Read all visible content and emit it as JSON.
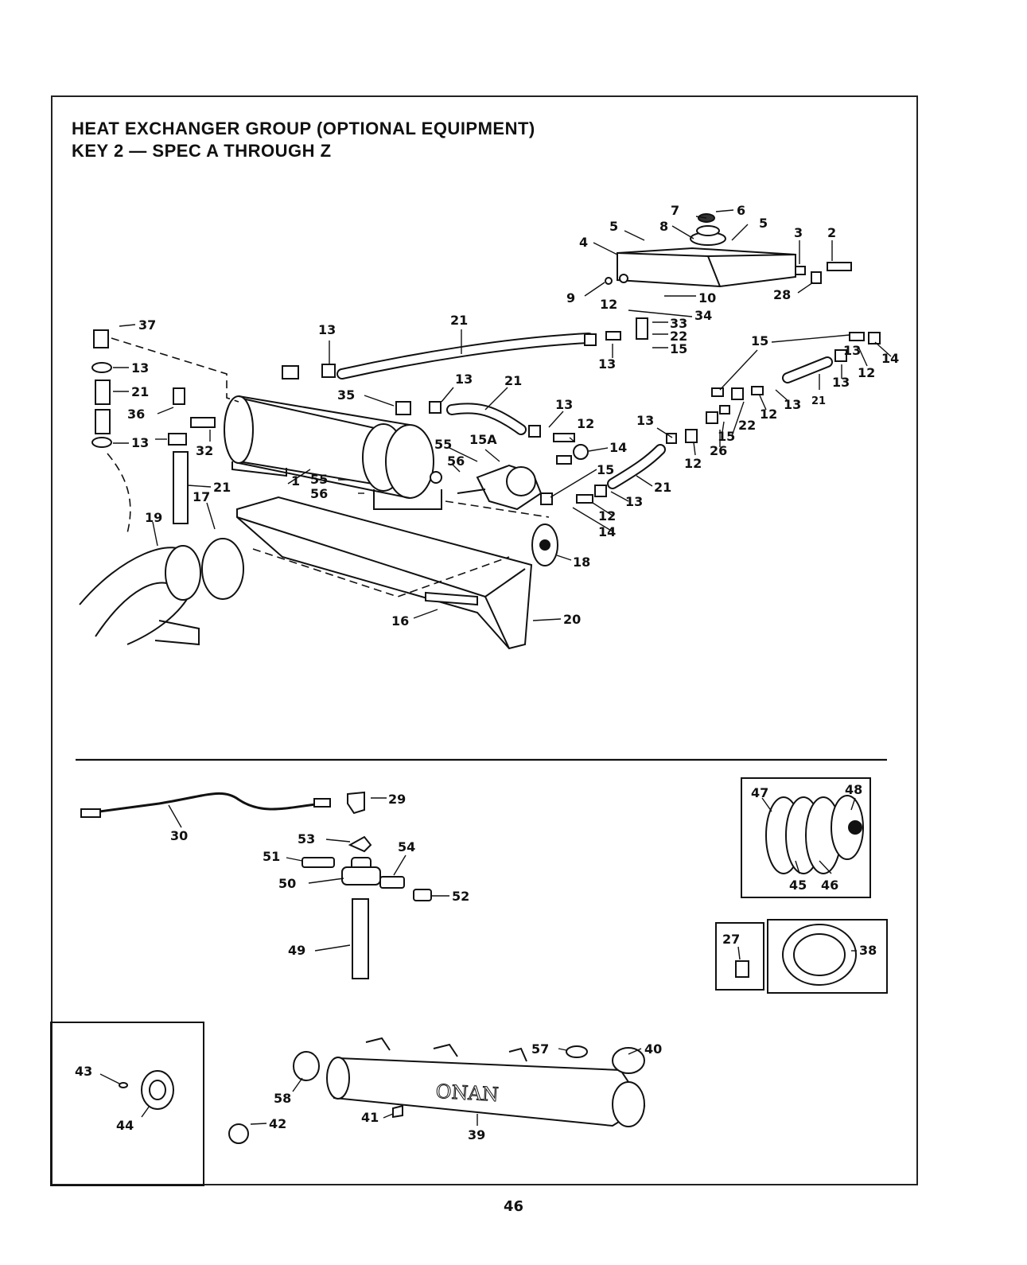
{
  "header": {
    "title_line1": "HEAT EXCHANGER GROUP (OPTIONAL EQUIPMENT)",
    "title_line2": "KEY 2 — SPEC A THROUGH Z"
  },
  "callouts": {
    "c2": "2",
    "c3": "3",
    "c4": "4",
    "c5a": "5",
    "c5b": "5",
    "c6": "6",
    "c7": "7",
    "c8": "8",
    "c9": "9",
    "c10": "10",
    "c12a": "12",
    "c12b": "12",
    "c12c": "12",
    "c12d": "12",
    "c12e": "12",
    "c12f": "12",
    "c13a": "13",
    "c13b": "13",
    "c13c": "13",
    "c13d": "13",
    "c13e": "13",
    "c13f": "13",
    "c13g": "13",
    "c13h": "13",
    "c13i": "13",
    "c13j": "13",
    "c13k": "13",
    "c14a": "14",
    "c14b": "14",
    "c14c": "14",
    "c15a": "15",
    "c15b": "15",
    "c15c": "15",
    "c15d": "15",
    "c15A": "15A",
    "c16": "16",
    "c17": "17",
    "c18": "18",
    "c19": "19",
    "c20": "20",
    "c21a": "21",
    "c21b": "21",
    "c21c": "21",
    "c21d": "21",
    "c21e": "21",
    "c21f": "21",
    "c22a": "22",
    "c22b": "22",
    "c26": "26",
    "c27": "27",
    "c28": "28",
    "c29": "29",
    "c30": "30",
    "c32": "32",
    "c33": "33",
    "c34": "34",
    "c35": "35",
    "c36": "36",
    "c37": "37",
    "c38": "38",
    "c39": "39",
    "c40": "40",
    "c41": "41",
    "c42": "42",
    "c43": "43",
    "c44": "44",
    "c45": "45",
    "c46": "46",
    "c47": "47",
    "c48": "48",
    "c49": "49",
    "c50": "50",
    "c51": "51",
    "c52": "52",
    "c53": "53",
    "c54": "54",
    "c55a": "55",
    "c55b": "55",
    "c56a": "56",
    "c56b": "56",
    "c57": "57",
    "c58": "58",
    "c1": "1"
  },
  "casting_text": "ONAN",
  "page_number": "46"
}
